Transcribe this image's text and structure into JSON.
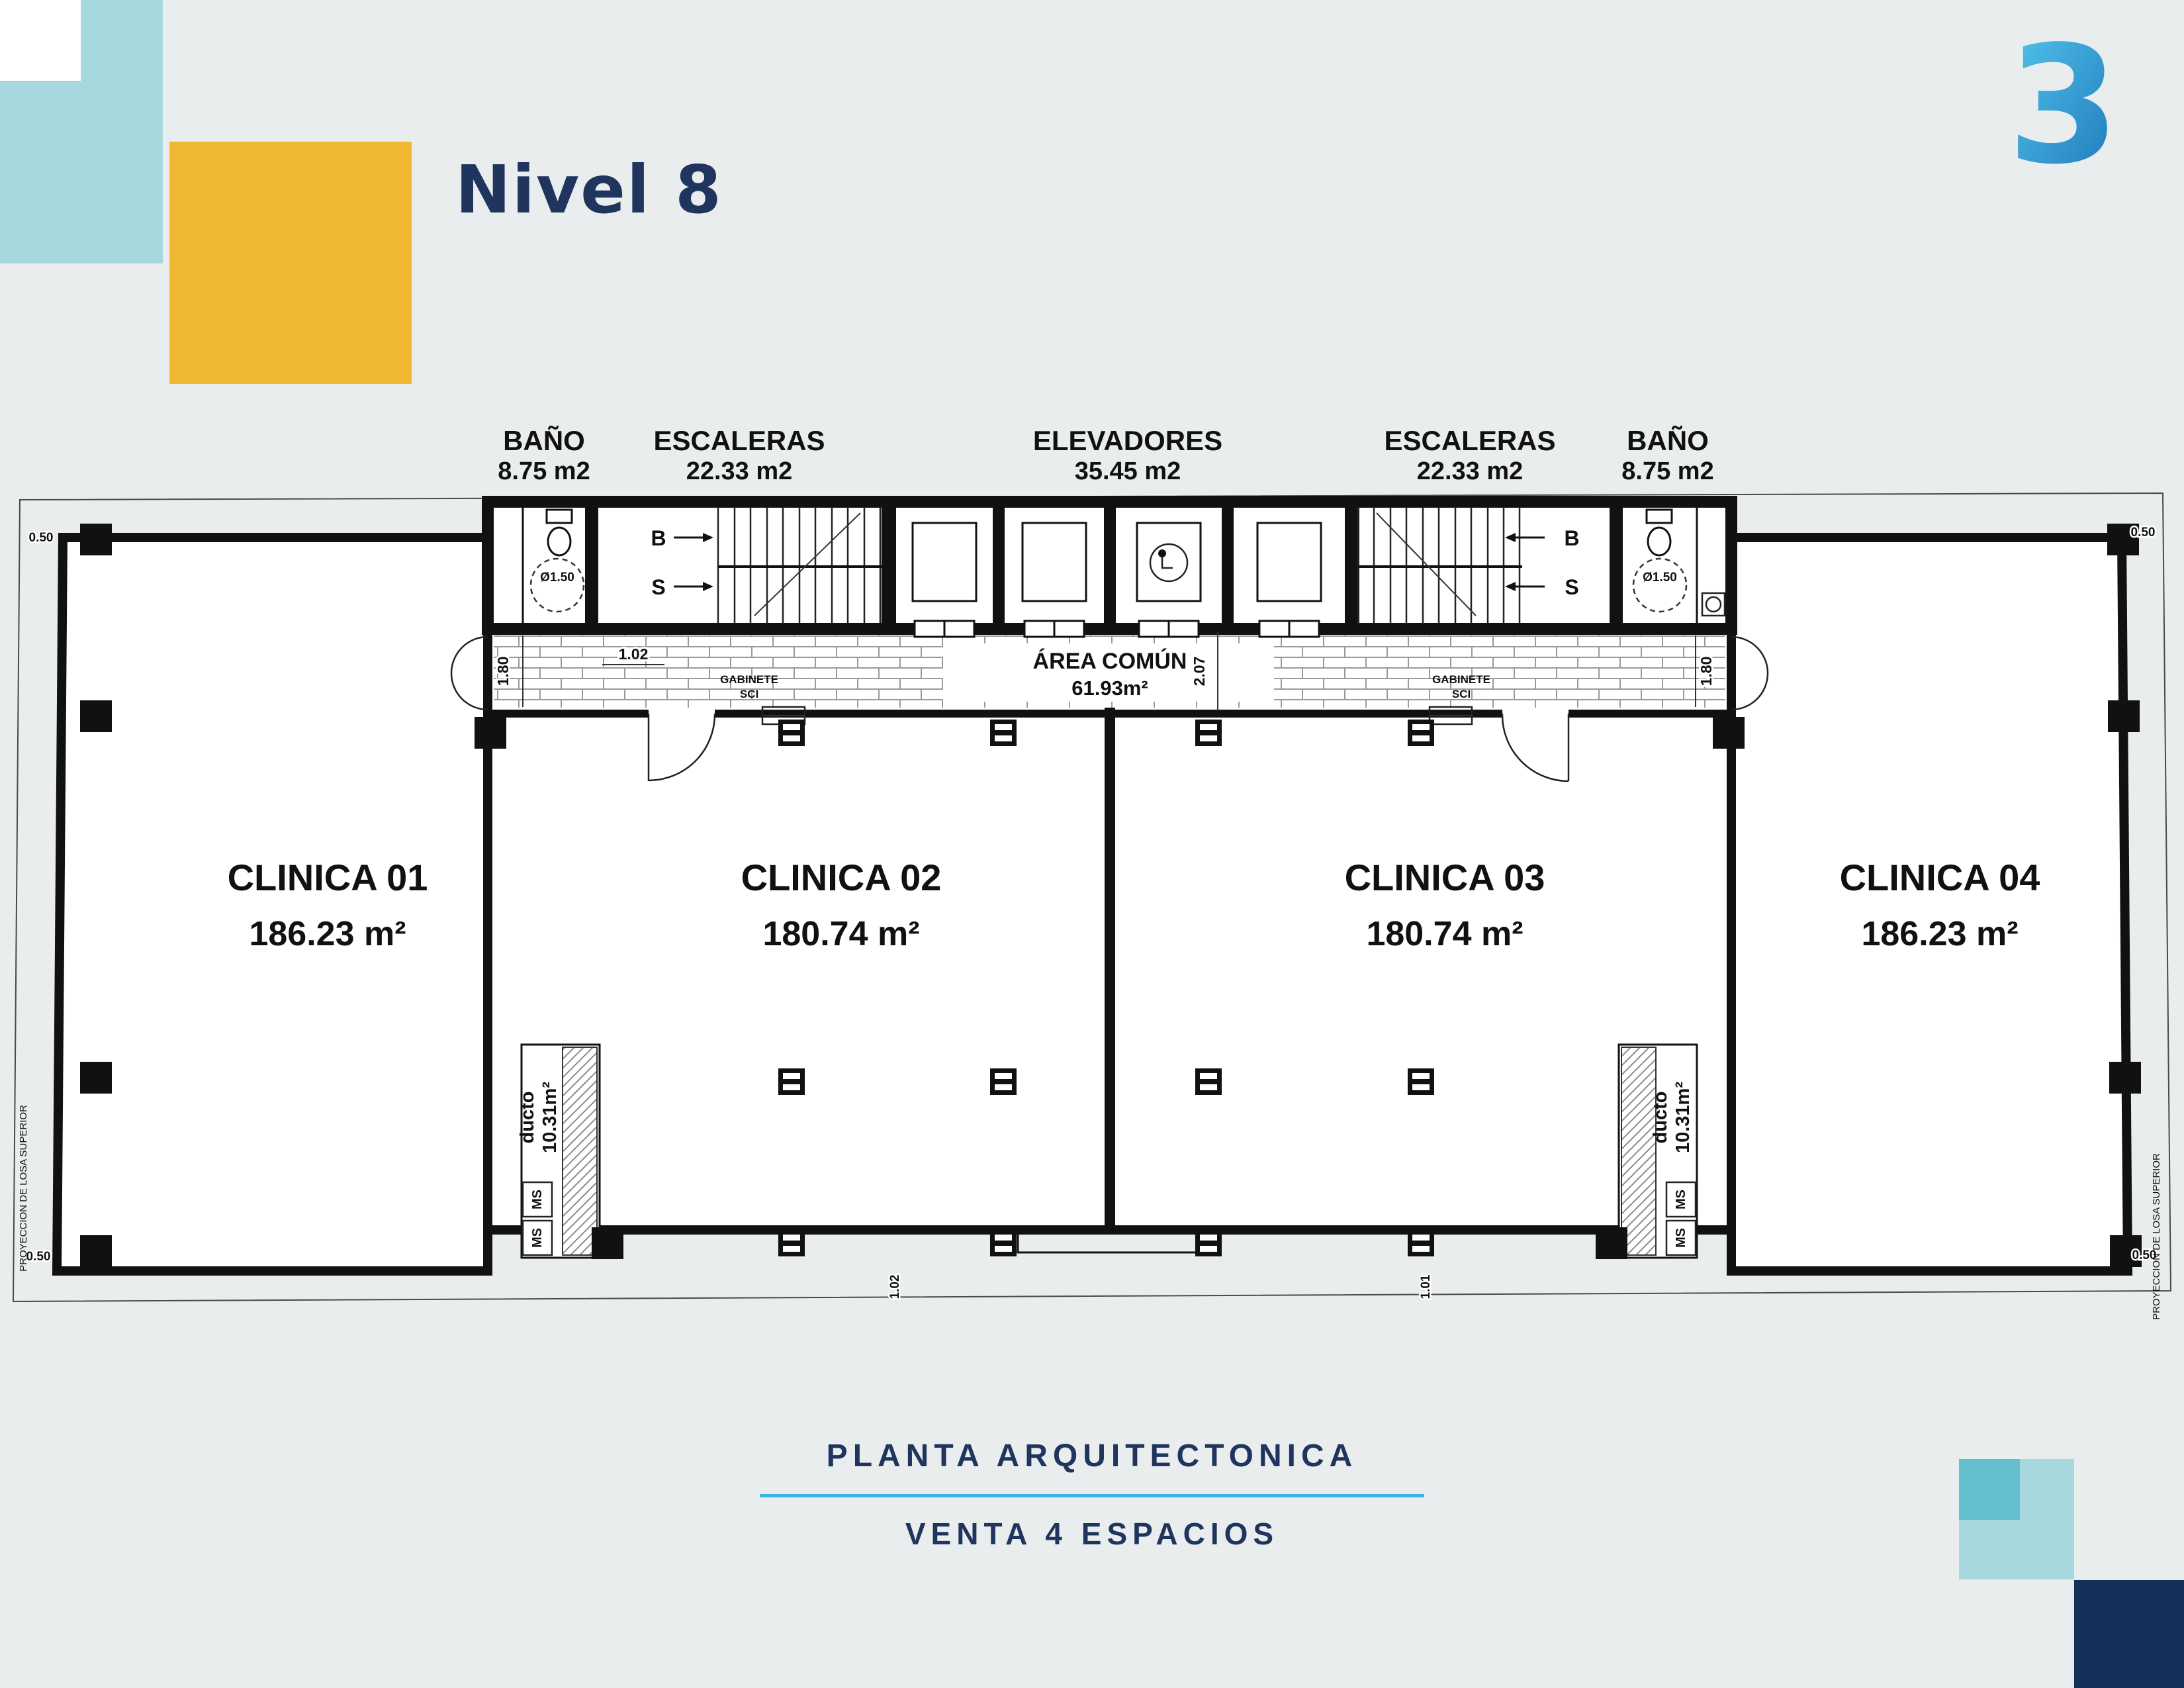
{
  "title": "Nivel 8",
  "logo": {
    "glyph": "3"
  },
  "footer": {
    "line1": "PLANTA ARQUITECTONICA",
    "line2": "VENTA 4 ESPACIOS"
  },
  "colors": {
    "background": "#e9edee",
    "navy": "#20355e",
    "accent_blue": "#38b5e2",
    "yellow": "#f0b731",
    "teal_light": "#a7d8de",
    "teal_mid": "#64bfce",
    "navy_square": "#14315a",
    "logo_top": "#55c8ee",
    "logo_bottom": "#1b74b7",
    "plan_ink": "#111111"
  },
  "plan": {
    "top_labels": [
      {
        "name": "BAÑO",
        "area": "8.75 m2"
      },
      {
        "name": "ESCALERAS",
        "area": "22.33 m2"
      },
      {
        "name": "ELEVADORES",
        "area": "35.45 m2"
      },
      {
        "name": "ESCALERAS",
        "area": "22.33 m2"
      },
      {
        "name": "BAÑO",
        "area": "8.75 m2"
      }
    ],
    "clinics": [
      {
        "name": "CLINICA 01",
        "area": "186.23 m²"
      },
      {
        "name": "CLINICA 02",
        "area": "180.74 m²"
      },
      {
        "name": "CLINICA 03",
        "area": "180.74 m²"
      },
      {
        "name": "CLINICA 04",
        "area": "186.23 m²"
      }
    ],
    "common": {
      "name": "ÁREA COMÚN",
      "area": "61.93m²"
    },
    "duct": {
      "name": "ducto",
      "area": "10.31m²"
    },
    "gabinete": {
      "line1": "GABINETE",
      "line2": "SCI"
    },
    "ms": "MS",
    "stairs": {
      "down": "B",
      "up": "S"
    },
    "turning_radius": "Ø1.50",
    "dims": {
      "d180": "1.80",
      "d102": "1.02",
      "d207": "2.07",
      "d101": "1.01",
      "d050": "0.50"
    },
    "note": "PROYECCION DE LOSA SUPERIOR"
  }
}
